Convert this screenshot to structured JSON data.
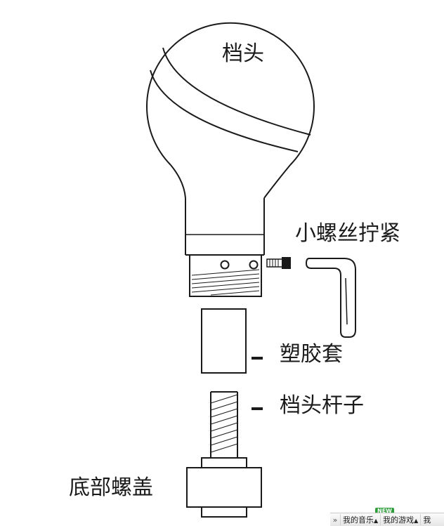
{
  "labels": {
    "knob": "档头",
    "screw": "小螺丝拧紧",
    "sleeve": "塑胶套",
    "rod": "档头杆子",
    "cap": "底部螺盖"
  },
  "taskbar": {
    "items": [
      "我的音乐",
      "我的游戏",
      "我"
    ],
    "badge": "NEW"
  },
  "colors": {
    "line": "#1a1a1a",
    "background": "#ffffff",
    "badge": "#2e9e3a"
  }
}
